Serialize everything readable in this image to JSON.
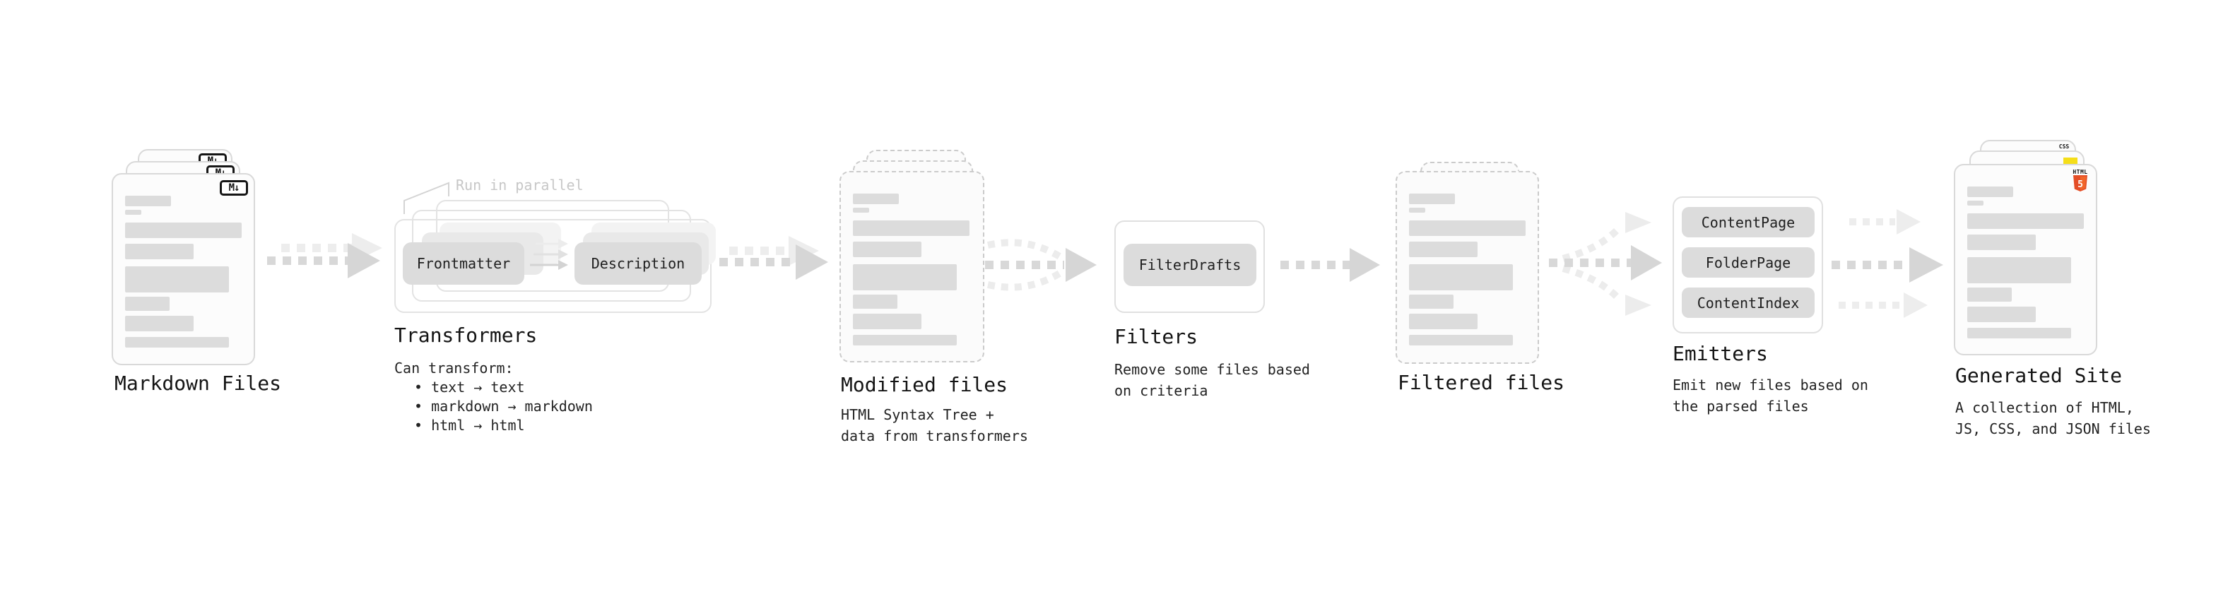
{
  "stages": [
    {
      "id": "markdown-files",
      "label": "Markdown Files",
      "icon": "M↓"
    },
    {
      "id": "transformers",
      "label": "Transformers",
      "note": "Run in parallel",
      "pills": [
        "Frontmatter",
        "Description"
      ],
      "desc_title": "Can transform:",
      "bullets": [
        "• text → text",
        "• markdown → markdown",
        "• html → html"
      ]
    },
    {
      "id": "modified-files",
      "label": "Modified files",
      "desc": [
        "HTML Syntax Tree +",
        "data from transformers"
      ]
    },
    {
      "id": "filters",
      "label": "Filters",
      "pills": [
        "FilterDrafts"
      ],
      "desc": [
        "Remove some files based",
        "on criteria"
      ]
    },
    {
      "id": "filtered-files",
      "label": "Filtered files"
    },
    {
      "id": "emitters",
      "label": "Emitters",
      "pills": [
        "ContentPage",
        "FolderPage",
        "ContentIndex"
      ],
      "desc": [
        "Emit new files based on",
        "the parsed files"
      ]
    },
    {
      "id": "generated-site",
      "label": "Generated Site",
      "desc": [
        "A collection of HTML,",
        "JS, CSS, and JSON files"
      ],
      "badges": {
        "css": "CSS",
        "html": "HTML",
        "html5": "5"
      }
    }
  ],
  "colors": {
    "html5_orange": "#e44d26",
    "html5_orange_light": "#f16529",
    "js_yellow": "#f5de19",
    "css_blue": "#2965f1",
    "dash_dark": "#d8d8d8",
    "dash_light": "#ededed"
  }
}
